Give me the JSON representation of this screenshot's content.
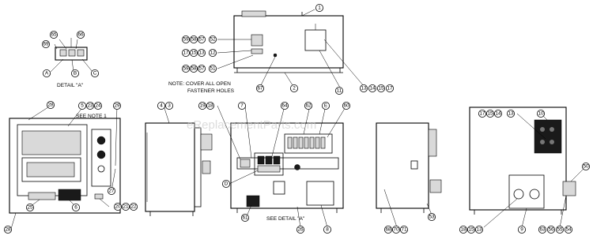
{
  "watermark": "eReplacementParts.com",
  "notes": {
    "cover_holes_line1": "NOTE: COVER ALL OPEN",
    "cover_holes_line2": "FASTENER HOLES",
    "see_note": "SEE NOTE 1",
    "detail_a": "DETAIL \"A\"",
    "see_detail_a": "SEE DETAIL \"A\""
  },
  "callouts": {
    "c65": "65",
    "c66": "66",
    "c69": "69",
    "cA": "A",
    "cB": "B",
    "cC": "C",
    "c1": "1",
    "c59a": "59",
    "c58a": "58",
    "c57a": "57",
    "c52": "52",
    "c17a": "17",
    "c15a": "15",
    "c13a": "13",
    "c12": "12",
    "c59b": "59",
    "c58b": "58",
    "c57b": "57",
    "c51": "51",
    "c67": "67",
    "c2": "2",
    "c11": "11",
    "c13b": "13",
    "c14b": "14",
    "c15b": "15",
    "c17b": "17",
    "c28a": "28",
    "c5": "5",
    "c23": "23",
    "c24": "24",
    "c29": "29",
    "c27": "27",
    "c25": "25",
    "c6": "6",
    "c20": "20",
    "c21": "21",
    "c22": "22",
    "c28b": "28",
    "c4": "4",
    "c3": "3",
    "c19": "19",
    "c18": "18",
    "c7": "7",
    "c64": "64",
    "c62": "62",
    "cE": "E",
    "c60": "60",
    "cD": "D",
    "c61": "61",
    "c26": "26",
    "c8": "8",
    "c68": "68",
    "c70": "70",
    "c71": "71",
    "c53": "53",
    "c17c": "17",
    "c15c": "15",
    "c14c": "14",
    "c13c": "13",
    "c10": "10",
    "c50": "50",
    "c18d": "18",
    "c15d": "15",
    "c13d": "13",
    "c9": "9",
    "c63": "63",
    "c56": "56",
    "c55": "55",
    "c54": "54"
  }
}
